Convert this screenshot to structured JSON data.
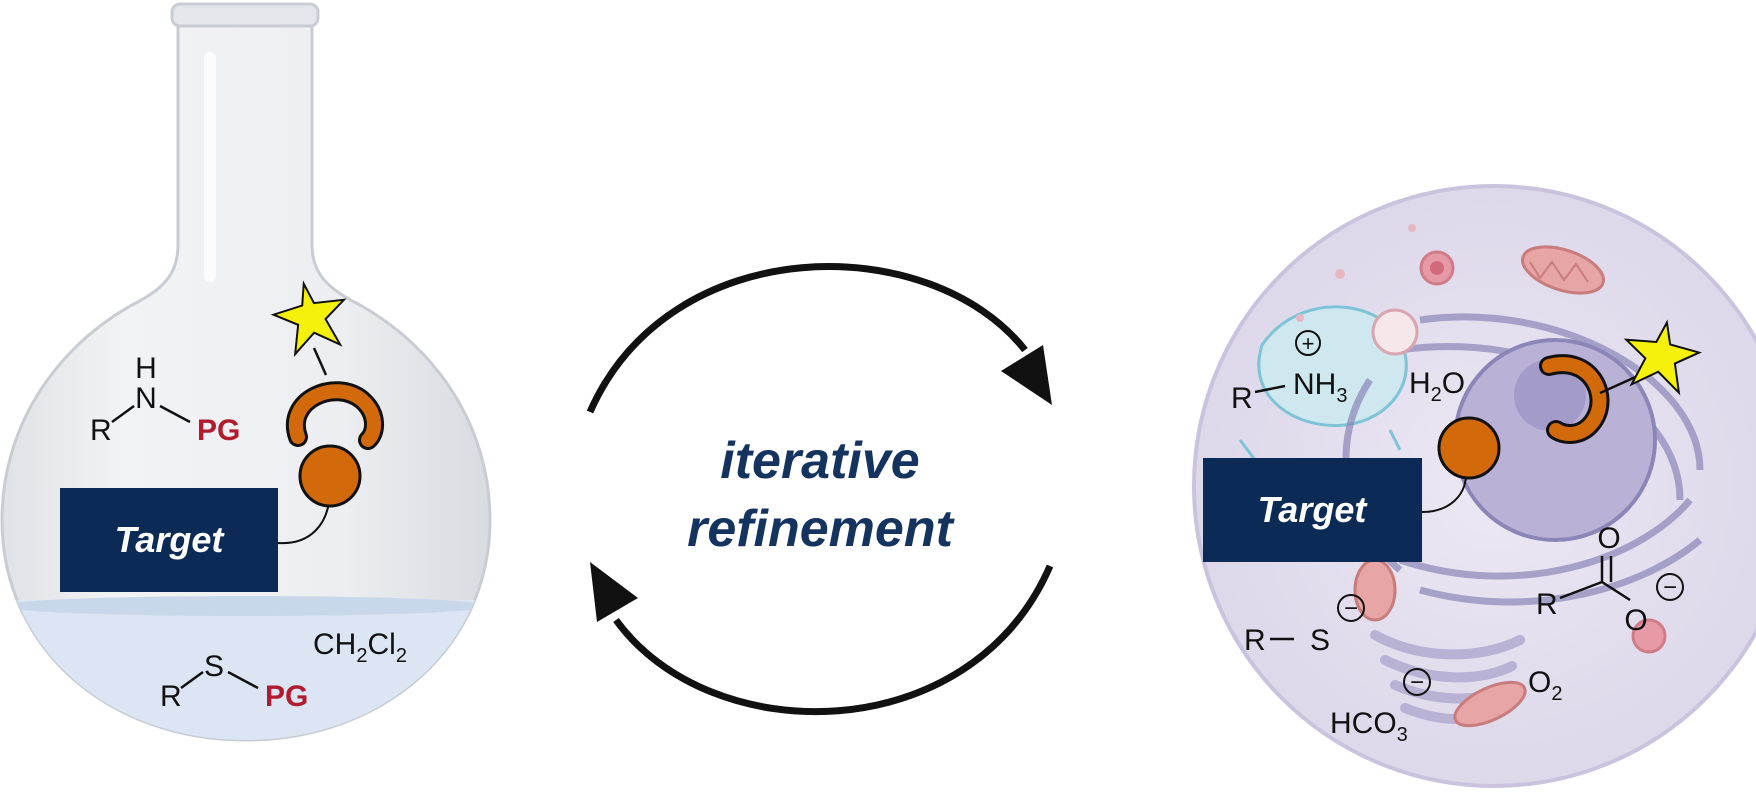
{
  "colors": {
    "target_box": "#0b2a55",
    "protecting_group": "#b01c2e",
    "probe_orange": "#d2690b",
    "star_yellow": "#f5f10a",
    "cycle_text": "#15335f",
    "flask_glass": "#e9ebee",
    "solvent": "#dbe5f3",
    "cell_body": "#e4e0ef"
  },
  "flask": {
    "target_label": "Target",
    "amine": {
      "h": "H",
      "n": "N",
      "r": "R",
      "pg": "PG"
    },
    "thioether": {
      "s": "S",
      "r": "R",
      "pg": "PG"
    },
    "solvent": {
      "ch": "CH",
      "two_a": "2",
      "cl": "Cl",
      "two_b": "2"
    }
  },
  "cycle": {
    "line1": "iterative",
    "line2": "refinement",
    "arrows": [
      "cycle-arrow-top",
      "cycle-arrow-bottom"
    ]
  },
  "cell": {
    "target_label": "Target",
    "ammonium": {
      "plus": "+",
      "r": "R",
      "nh": "NH",
      "three": "3"
    },
    "water": {
      "h": "H",
      "two": "2",
      "o": "O"
    },
    "thiolate": {
      "r": "R",
      "dash": "–",
      "s": "S",
      "minus": "−"
    },
    "carboxylate": {
      "r": "R",
      "o_top": "O",
      "o_bottom": "O",
      "minus": "−"
    },
    "bicarbonate": {
      "hco": "HCO",
      "three": "3",
      "minus": "−"
    },
    "oxygen": {
      "o": "O",
      "two": "2"
    }
  },
  "icons": [
    "star-icon",
    "orange-ball-icon",
    "orange-clip-icon",
    "flask-icon",
    "cell-icon",
    "mitochondrion-icon",
    "golgi-icon",
    "nucleus-icon"
  ]
}
